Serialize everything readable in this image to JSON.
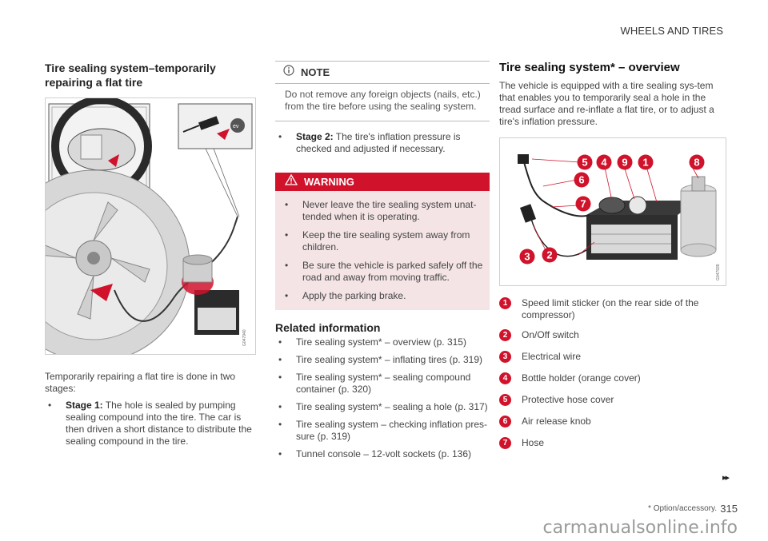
{
  "header": {
    "section": "WHEELS AND TIRES"
  },
  "col1": {
    "heading": "Tire sealing system–temporarily repairing a flat tire",
    "figure_code": "G047940",
    "intro": "Temporarily repairing a flat tire is done in two stages:",
    "stage1_label": "Stage 1:",
    "stage1_text": " The hole is sealed by pumping sealing compound into the tire. The car is then driven a short distance to distribute the sealing compound in the tire.",
    "inset_label": "ev"
  },
  "col2": {
    "note_title": "NOTE",
    "note_text": "Do not remove any foreign objects (nails, etc.) from the tire before using the sealing system.",
    "stage2_label": "Stage 2:",
    "stage2_text": " The tire's inflation pressure is checked and adjusted if necessary.",
    "warning_title": "WARNING",
    "warnings": [
      "Never leave the tire sealing system unat-tended when it is operating.",
      "Keep the tire sealing system away from children.",
      "Be sure the vehicle is parked safely off the road and away from moving traffic.",
      "Apply the parking brake."
    ],
    "related_title": "Related information",
    "related": [
      "Tire sealing system* – overview (p. 315)",
      "Tire sealing system* – inflating tires (p. 319)",
      "Tire sealing system* – sealing compound container (p. 320)",
      "Tire sealing system* – sealing a hole (p. 317)",
      "Tire sealing system – checking inflation pres-sure (p. 319)",
      "Tunnel console – 12-volt sockets (p. 136)"
    ]
  },
  "col3": {
    "heading": "Tire sealing system* – overview",
    "intro": "The vehicle is equipped with a tire sealing sys-tem that enables you to temporarily seal a hole in the tread surface and re-inflate a flat tire, or to adjust a tire's inflation pressure.",
    "figure_code": "G047939",
    "callouts": [
      "5",
      "4",
      "9",
      "1",
      "8",
      "6",
      "7",
      "3",
      "2"
    ],
    "legend": [
      {
        "num": "1",
        "text": "Speed limit sticker (on the rear side of the compressor)"
      },
      {
        "num": "2",
        "text": "On/Off switch"
      },
      {
        "num": "3",
        "text": "Electrical wire"
      },
      {
        "num": "4",
        "text": "Bottle holder (orange cover)"
      },
      {
        "num": "5",
        "text": "Protective hose cover"
      },
      {
        "num": "6",
        "text": "Air release knob"
      },
      {
        "num": "7",
        "text": "Hose"
      }
    ]
  },
  "footer": {
    "next": "▸▸",
    "option_note": "* Option/accessory.",
    "page": "315",
    "watermark": "carmanualsonline.info"
  },
  "colors": {
    "accent_red": "#d0122b",
    "warning_bg": "#f4e4e6"
  },
  "icons": {
    "note": "info-circle-icon",
    "warning": "warning-triangle-icon"
  }
}
